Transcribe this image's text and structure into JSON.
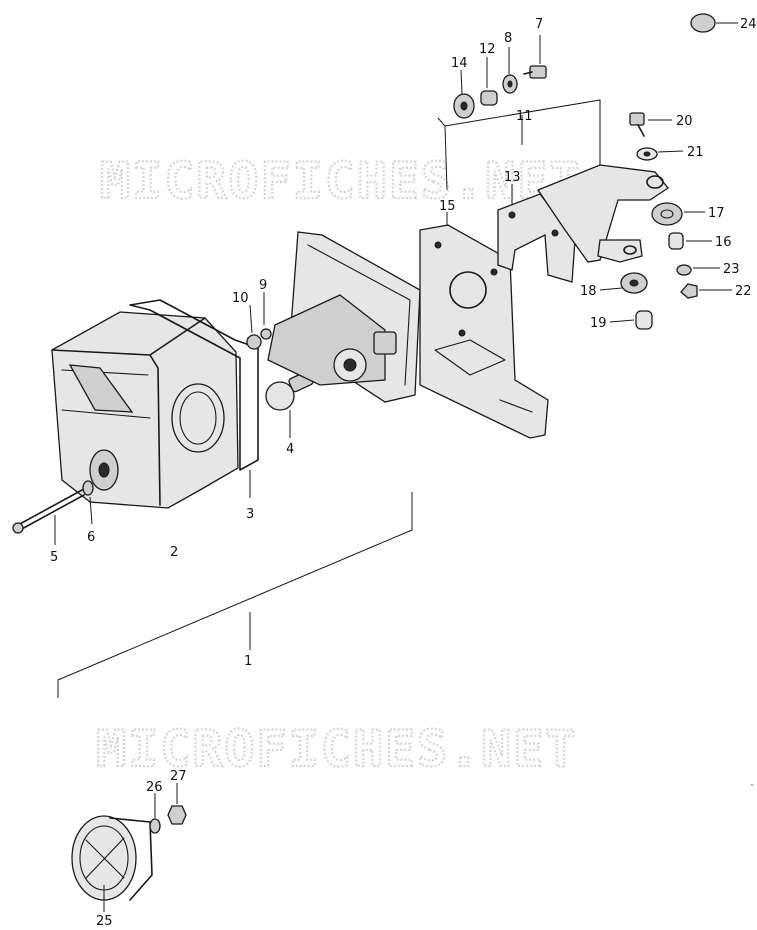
{
  "watermark": "MICROFICHES.NET",
  "callouts": {
    "c1": "1",
    "c2": "2",
    "c3": "3",
    "c4": "4",
    "c5": "5",
    "c6": "6",
    "c7": "7",
    "c8": "8",
    "c9": "9",
    "c10": "10",
    "c11": "11",
    "c12": "12",
    "c13": "13",
    "c14": "14",
    "c15": "15",
    "c16": "16",
    "c17": "17",
    "c18": "18",
    "c19": "19",
    "c20": "20",
    "c21": "21",
    "c22": "22",
    "c23": "23",
    "c24": "24",
    "c25": "25",
    "c26": "26",
    "c27": "27"
  }
}
